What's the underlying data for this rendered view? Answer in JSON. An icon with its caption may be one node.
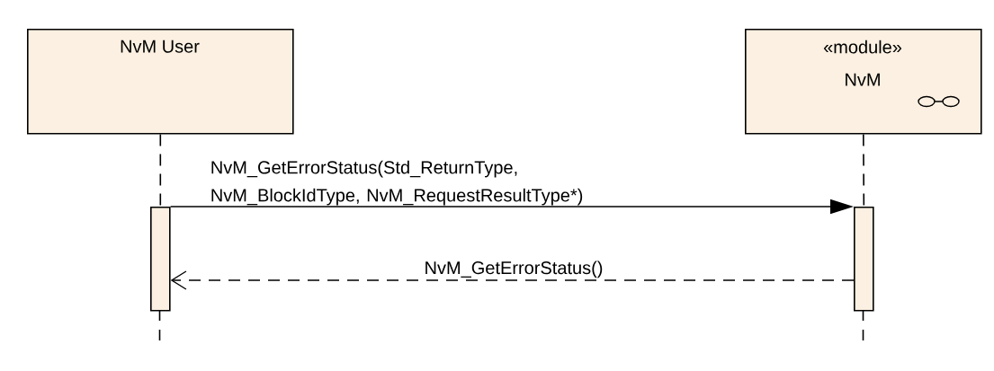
{
  "diagram": {
    "nodes": [
      {
        "text": [
          "NvM User"
        ]
      },
      {
        "text": [
          "«module»",
          "NvM"
        ]
      },
      {
        "text": [],
        "shape": "bar"
      },
      {
        "text": [],
        "shape": "bar"
      }
    ],
    "edges": [
      {
        "from": 0,
        "to": 2,
        "arrow": "none",
        "style": "dashed"
      },
      {
        "from": 1,
        "to": 3,
        "arrow": "none",
        "style": "dashed"
      },
      {
        "from": 2,
        "to": 3,
        "arrow": "to",
        "label": "NvM_GetErrorStatus(Std_ReturnType, NvM_BlockIdType, NvM_RequestResultType*)"
      },
      {
        "from": 3,
        "to": 2,
        "arrow": "to",
        "style": "dashed",
        "label": "NvM_GetErrorStatus()"
      }
    ]
  }
}
